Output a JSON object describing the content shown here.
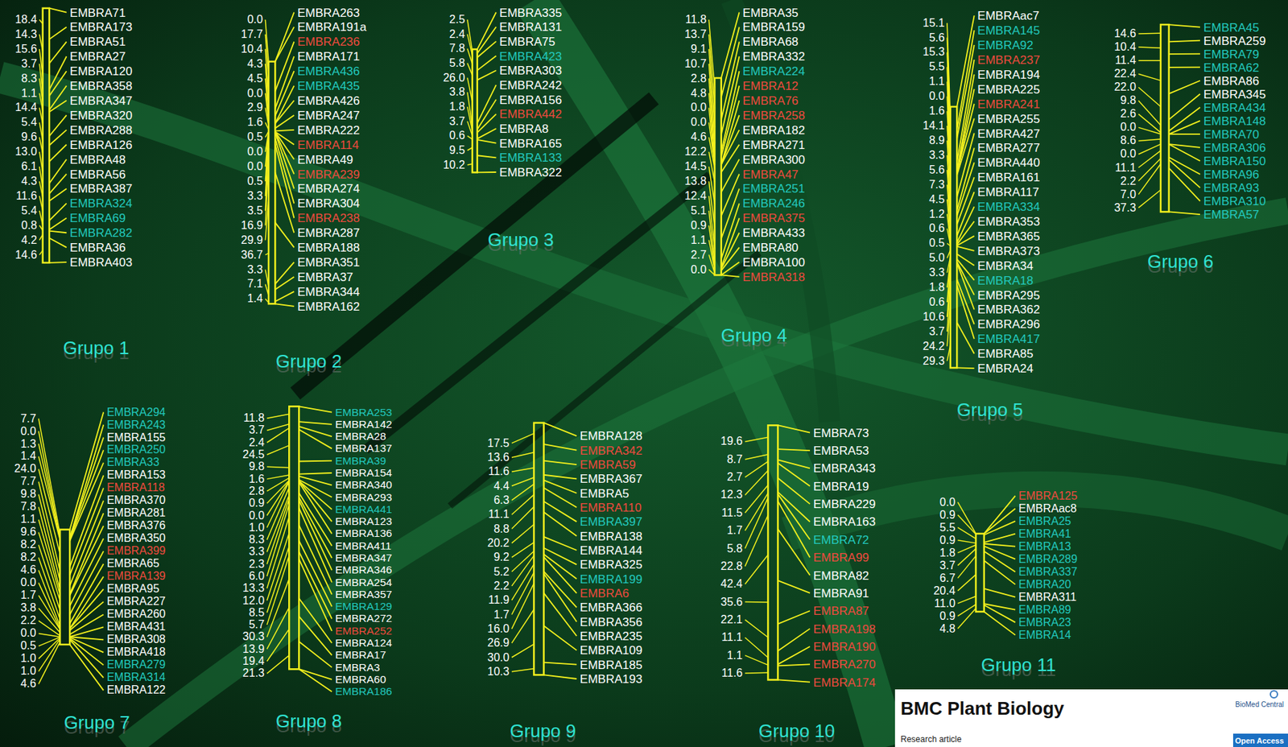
{
  "diagram": {
    "labels": [
      "EMBRA71",
      "EMBRA173",
      "EMBRA51",
      "EMBRA27",
      "EMBRA120",
      "EMBRA358",
      "EMBRA347",
      "EMBRA320",
      "EMBRA288",
      "EMBRA126",
      "EMBRA48",
      "EMBRA56",
      "EMBRA387",
      "EMBRA324",
      "EMBRA69",
      "EMBRA282",
      "EMBRA36",
      "EMBRA403",
      "18.4",
      "14.3",
      "15.6",
      "3.7",
      "8.3",
      "1.1",
      "14.4",
      "5.4",
      "9.6",
      "13.0",
      "6.1",
      "4.3",
      "11.6",
      "5.4",
      "0.8",
      "4.2",
      "14.6",
      "Grupo 1",
      "EMBRA263",
      "EMBRA191a",
      "EMBRA236",
      "EMBRA171",
      "EMBRA436",
      "EMBRA435",
      "EMBRA426",
      "EMBRA247",
      "EMBRA222",
      "EMBRA114",
      "EMBRA49",
      "EMBRA239",
      "EMBRA274",
      "EMBRA304",
      "EMBRA238",
      "EMBRA287",
      "EMBRA188",
      "EMBRA351",
      "EMBRA37",
      "EMBRA344",
      "EMBRA162",
      "0.0",
      "17.7",
      "10.4",
      "4.3",
      "4.5",
      "0.0",
      "2.9",
      "1.6",
      "0.5",
      "0.0",
      "0.0",
      "0.5",
      "3.3",
      "3.5",
      "16.9",
      "29.9",
      "36.7",
      "3.3",
      "7.1",
      "1.4",
      "Grupo 2",
      "EMBRA335",
      "EMBRA131",
      "EMBRA75",
      "EMBRA423",
      "EMBRA303",
      "EMBRA242",
      "EMBRA156",
      "EMBRA442",
      "EMBRA8",
      "EMBRA165",
      "EMBRA133",
      "EMBRA322",
      "2.5",
      "2.4",
      "7.8",
      "5.8",
      "26.0",
      "3.8",
      "1.8",
      "3.7",
      "0.6",
      "9.5",
      "10.2",
      "Grupo 3",
      "EMBRA35",
      "EMBRA159",
      "EMBRA68",
      "EMBRA332",
      "EMBRA224",
      "EMBRA12",
      "EMBRA76",
      "EMBRA258",
      "EMBRA182",
      "EMBRA271",
      "EMBRA300",
      "EMBRA47",
      "EMBRA251",
      "EMBRA246",
      "EMBRA375",
      "EMBRA433",
      "EMBRA80",
      "EMBRA100",
      "EMBRA318",
      "11.8",
      "13.7",
      "9.1",
      "10.7",
      "2.8",
      "4.8",
      "0.0",
      "0.0",
      "4.6",
      "12.2",
      "14.5",
      "13.8",
      "12.4",
      "5.1",
      "0.9",
      "1.1",
      "2.7",
      "0.0",
      "Grupo 4",
      "EMBRAac7",
      "EMBRA145",
      "EMBRA92",
      "EMBRA237",
      "EMBRA194",
      "EMBRA225",
      "EMBRA241",
      "EMBRA255",
      "EMBRA427",
      "EMBRA277",
      "EMBRA440",
      "EMBRA161",
      "EMBRA117",
      "EMBRA334",
      "EMBRA353",
      "EMBRA365",
      "EMBRA373",
      "EMBRA34",
      "EMBRA18",
      "EMBRA295",
      "EMBRA362",
      "EMBRA296",
      "EMBRA417",
      "EMBRA85",
      "EMBRA24",
      "15.1",
      "5.6",
      "15.3",
      "5.5",
      "1.1",
      "0.0",
      "1.6",
      "14.1",
      "8.9",
      "3.3",
      "5.6",
      "7.3",
      "4.5",
      "1.2",
      "0.6",
      "0.5",
      "5.0",
      "3.3",
      "1.8",
      "0.6",
      "10.6",
      "3.7",
      "24.2",
      "29.3",
      "Grupo 5",
      "EMBRA45",
      "EMBRA259",
      "EMBRA79",
      "EMBRA62",
      "EMBRA86",
      "EMBRA345",
      "EMBRA434",
      "EMBRA148",
      "EMBRA70",
      "EMBRA306",
      "EMBRA150",
      "EMBRA96",
      "EMBRA93",
      "EMBRA310",
      "EMBRA57",
      "14.6",
      "10.4",
      "11.4",
      "22.4",
      "22.0",
      "9.8",
      "2.6",
      "0.0",
      "8.6",
      "0.0",
      "11.1",
      "2.2",
      "7.0",
      "37.3",
      "Grupo 6",
      "EMBRA294",
      "EMBRA243",
      "EMBRA155",
      "EMBRA250",
      "EMBRA33",
      "EMBRA153",
      "EMBRA118",
      "EMBRA370",
      "EMBRA281",
      "EMBRA376",
      "EMBRA350",
      "EMBRA399",
      "EMBRA65",
      "EMBRA139",
      "EMBRA95",
      "EMBRA227",
      "EMBRA260",
      "EMBRA431",
      "EMBRA308",
      "EMBRA418",
      "EMBRA279",
      "EMBRA314",
      "EMBRA122",
      "7.7",
      "0.0",
      "1.3",
      "1.4",
      "24.0",
      "7.7",
      "9.8",
      "7.8",
      "1.1",
      "9.6",
      "8.2",
      "8.2",
      "4.6",
      "0.0",
      "1.7",
      "3.8",
      "2.2",
      "0.0",
      "0.5",
      "1.0",
      "1.0",
      "4.6",
      "Grupo 7",
      "EMBRA253",
      "EMBRA142",
      "EMBRA28",
      "EMBRA137",
      "EMBRA39",
      "EMBRA154",
      "EMBRA340",
      "EMBRA293",
      "EMBRA441",
      "EMBRA123",
      "EMBRA136",
      "EMBRA411",
      "EMBRA347",
      "EMBRA346",
      "EMBRA254",
      "EMBRA357",
      "EMBRA129",
      "EMBRA272",
      "EMBRA252",
      "EMBRA124",
      "EMBRA17",
      "EMBRA3",
      "EMBRA60",
      "EMBRA186",
      "11.8",
      "3.7",
      "2.4",
      "24.5",
      "9.8",
      "1.6",
      "2.8",
      "0.9",
      "0.0",
      "1.0",
      "8.3",
      "3.3",
      "2.3",
      "6.0",
      "13.3",
      "12.0",
      "8.5",
      "5.7",
      "30.3",
      "13.9",
      "19.4",
      "21.3",
      "Grupo 8",
      "EMBRA128",
      "EMBRA342",
      "EMBRA59",
      "EMBRA367",
      "EMBRA5",
      "EMBRA110",
      "EMBRA397",
      "EMBRA138",
      "EMBRA144",
      "EMBRA325",
      "EMBRA199",
      "EMBRA6",
      "EMBRA366",
      "EMBRA356",
      "EMBRA235",
      "EMBRA109",
      "EMBRA185",
      "EMBRA193",
      "17.5",
      "13.6",
      "11.6",
      "4.4",
      "6.3",
      "11.1",
      "8.8",
      "20.2",
      "9.2",
      "5.2",
      "2.2",
      "11.9",
      "1.7",
      "16.0",
      "26.9",
      "30.0",
      "10.3",
      "Grupo 9",
      "EMBRA73",
      "EMBRA53",
      "EMBRA343",
      "EMBRA19",
      "EMBRA229",
      "EMBRA163",
      "EMBRA72",
      "EMBRA99",
      "EMBRA82",
      "EMBRA91",
      "EMBRA87",
      "EMBRA198",
      "EMBRA190",
      "EMBRA270",
      "EMBRA174",
      "19.6",
      "8.7",
      "2.7",
      "12.3",
      "11.5",
      "1.7",
      "5.8",
      "22.8",
      "42.4",
      "35.6",
      "22.1",
      "11.1",
      "1.1",
      "11.6",
      "Grupo 10",
      "EMBRA125",
      "EMBRAac8",
      "EMBRA25",
      "EMBRA41",
      "EMBRA13",
      "EMBRA289",
      "EMBRA337",
      "EMBRA20",
      "EMBRA311",
      "EMBRA89",
      "EMBRA23",
      "EMBRA14",
      "0.0",
      "0.9",
      "5.5",
      "0.9",
      "1.8",
      "3.7",
      "6.7",
      "20.4",
      "11.0",
      "0.9",
      "4.8",
      "Grupo 11",
      "BMC Plant Biology",
      "Research article",
      "BioMed Central",
      "Open Access"
    ]
  }
}
